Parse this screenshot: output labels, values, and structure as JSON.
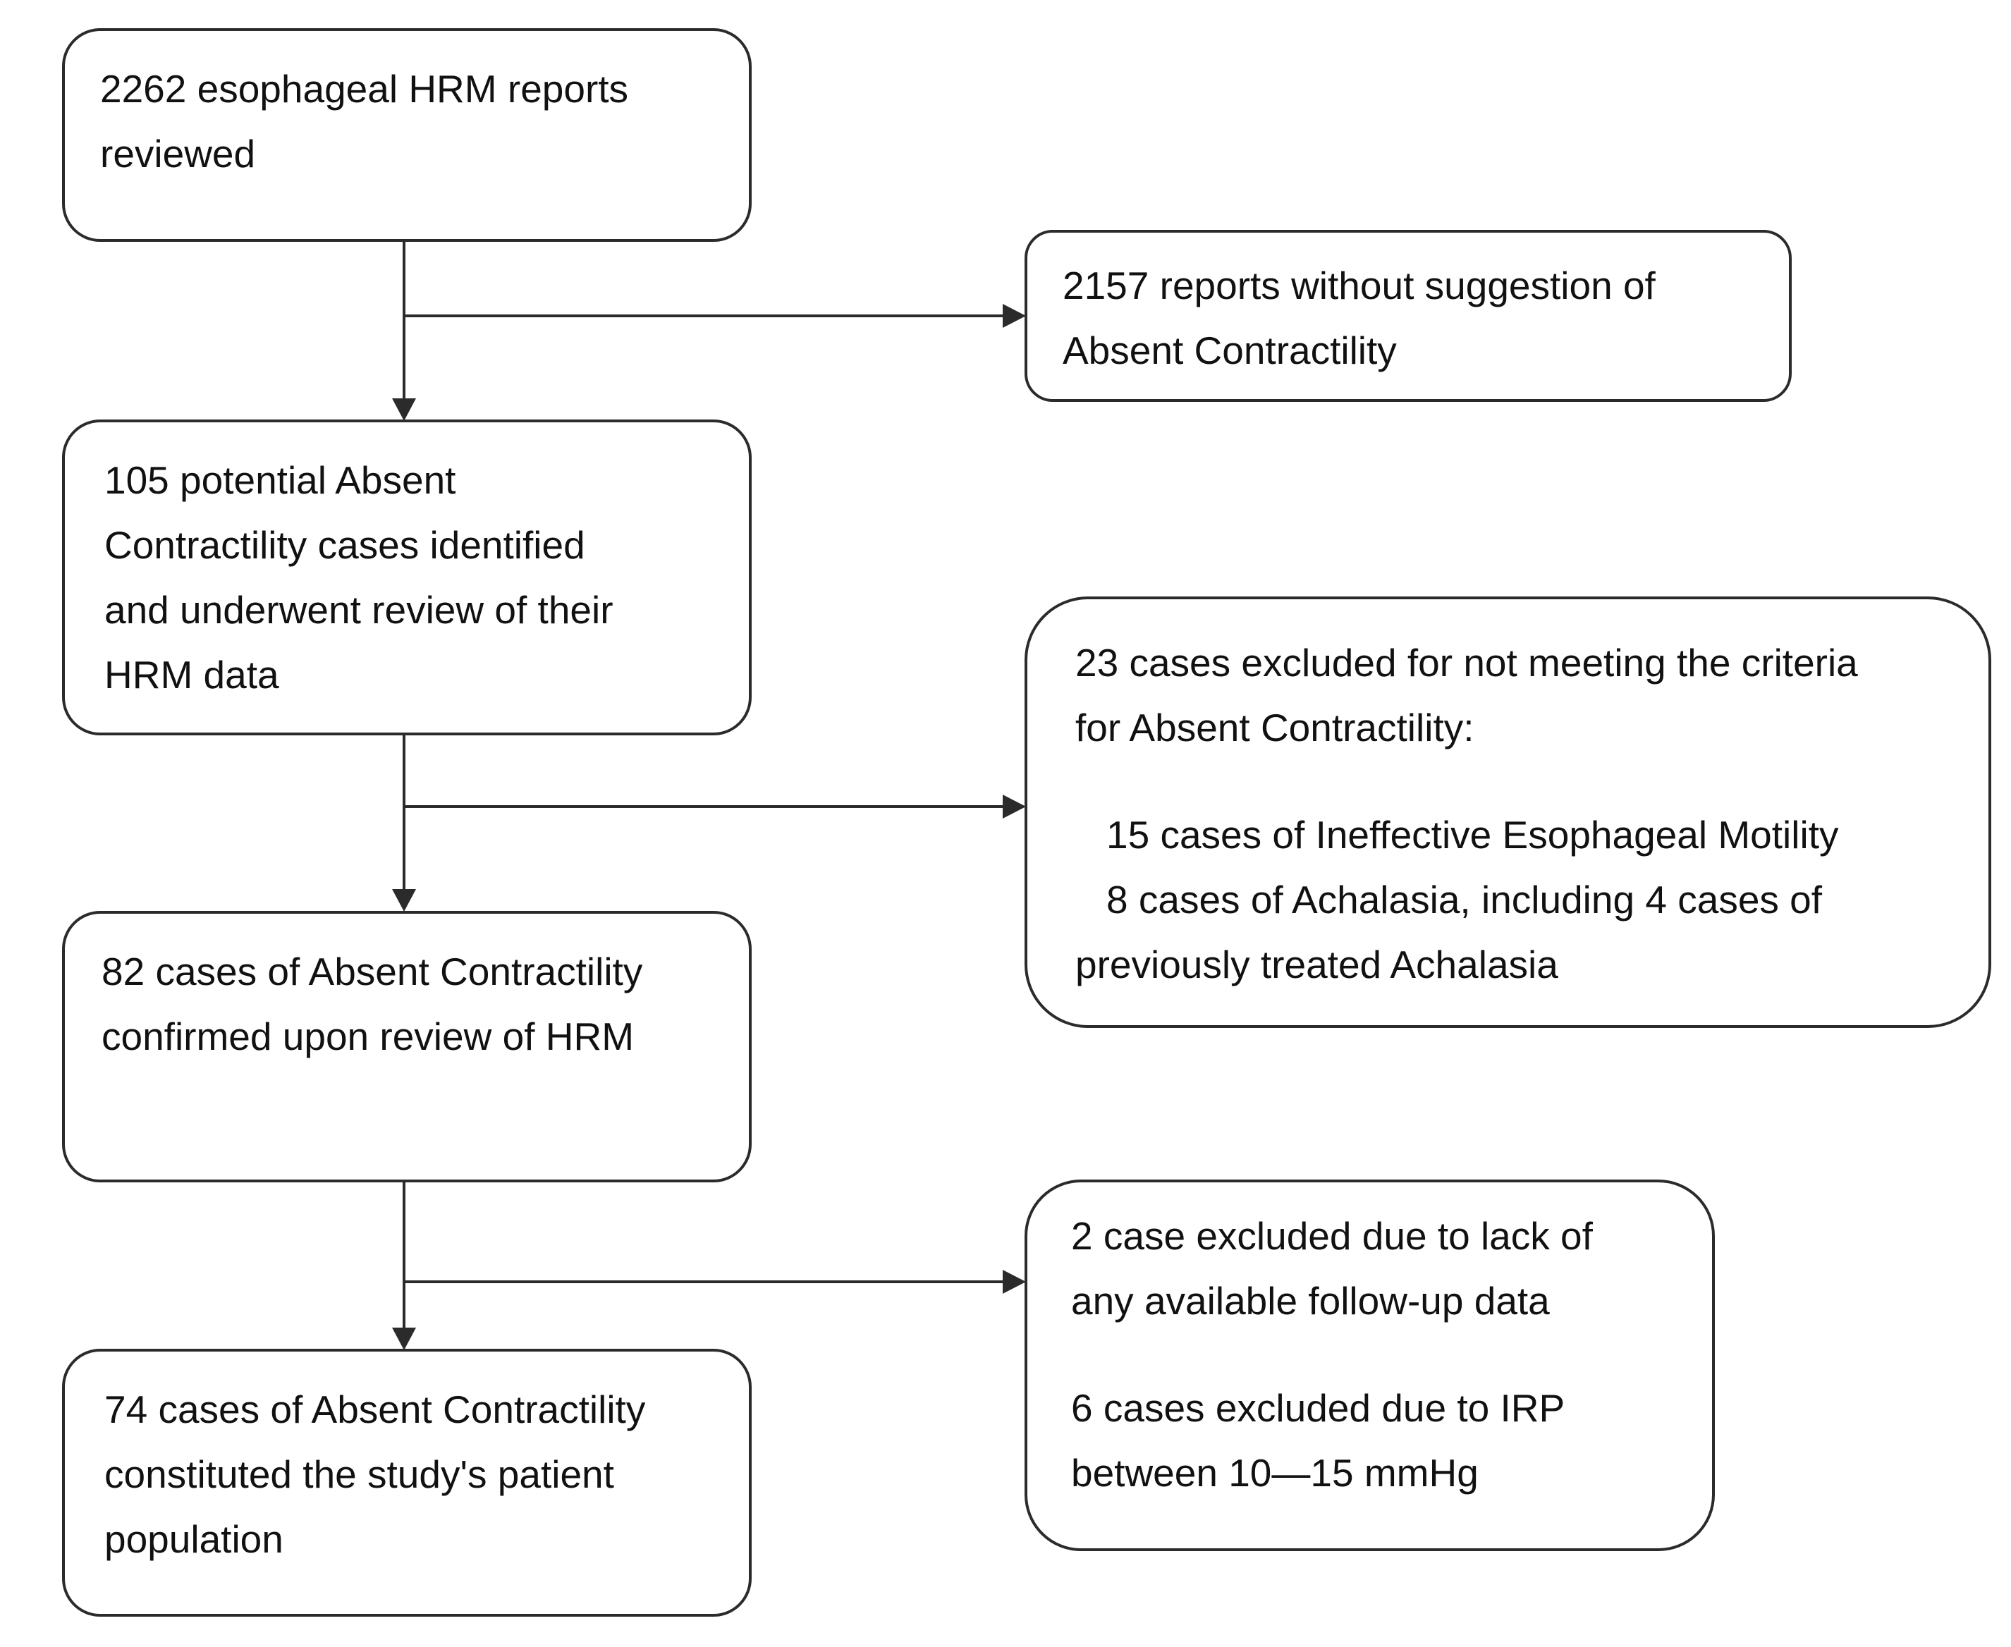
{
  "flow": {
    "reviewed": {
      "lines": [
        "2262 esophageal HRM reports",
        "reviewed"
      ]
    },
    "potential": {
      "lines": [
        "105 potential Absent",
        "Contractility cases identified",
        "and underwent review of their",
        "HRM data"
      ]
    },
    "confirmed": {
      "lines": [
        "82 cases of Absent Contractility",
        "confirmed upon review of HRM"
      ]
    },
    "final": {
      "lines": [
        "74 cases of Absent Contractility",
        "constituted the study's patient",
        "population"
      ]
    }
  },
  "exclusions": {
    "no_suggestion": {
      "lines": [
        "2157 reports without suggestion of",
        "Absent Contractility"
      ]
    },
    "criteria": {
      "header_lines": [
        "23 cases excluded for not meeting the criteria",
        "for Absent Contractility:"
      ],
      "item_lines": [
        "15 cases of Ineffective Esophageal Motility",
        "8 cases of Achalasia, including 4 cases of"
      ],
      "tail_line": "previously treated Achalasia"
    },
    "follow_up": {
      "no_data_lines": [
        "2 case excluded due to lack of",
        "any available follow-up data"
      ],
      "irp_lines": [
        "6 cases excluded due to IRP",
        "between 10—15 mmHg"
      ]
    }
  },
  "colors": {
    "stroke": "#2b2b2b",
    "background": "#ffffff",
    "text": "#111111"
  }
}
